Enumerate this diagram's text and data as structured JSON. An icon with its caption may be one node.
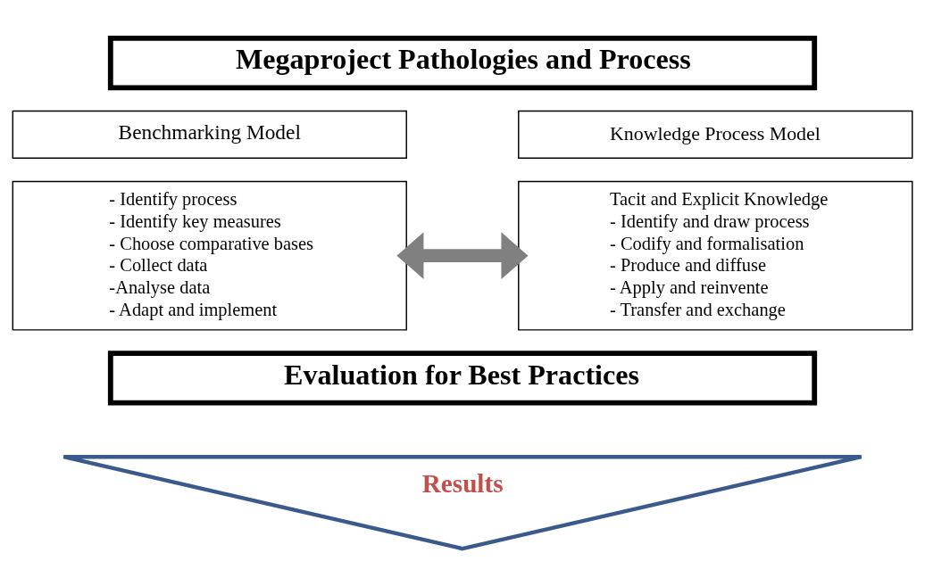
{
  "diagram": {
    "nodes": [
      {
        "text": [
          "Megaproject Pathologies and Process"
        ]
      },
      {
        "text": [
          "Benchmarking Model"
        ]
      },
      {
        "text": [
          "- Identify process",
          "- Identify key measures",
          "- Choose comparative bases",
          "- Collect data",
          "-Analyse data",
          "- Adapt and implement"
        ]
      },
      {
        "text": [
          "Knowledge Process Model"
        ]
      },
      {
        "text": [
          "Tacit and Explicit Knowledge",
          "- Identify and draw process",
          "- Codify and formalisation",
          "- Produce and diffuse",
          "- Apply and reinvente",
          "- Transfer and exchange"
        ]
      },
      {
        "text": [
          "Evaluation for Best Practices"
        ]
      },
      {
        "text": [
          "Results"
        ]
      }
    ],
    "edges": [
      {
        "from": 2,
        "to": 4,
        "arrow": "both"
      }
    ]
  }
}
